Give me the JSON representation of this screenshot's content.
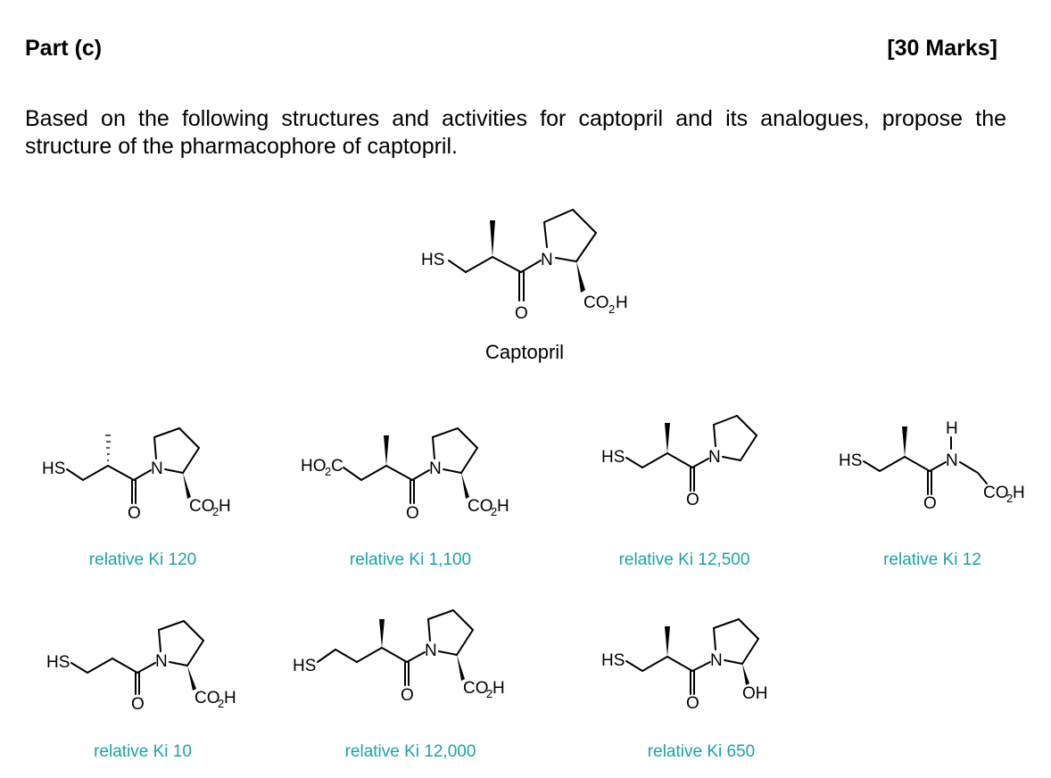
{
  "header": {
    "part": "Part (c)",
    "marks": "[30 Marks]"
  },
  "question": "Based on the following structures and activities for captopril and its analogues, propose the structure of the pharmacophore of captopril.",
  "captopril": {
    "name": "Captopril"
  },
  "analogues": [
    {
      "label": "relative Ki 120"
    },
    {
      "label": "relative Ki 1,100"
    },
    {
      "label": "relative Ki 12,500"
    },
    {
      "label": "relative Ki 12"
    },
    {
      "label": "relative Ki 10"
    },
    {
      "label": "relative Ki 12,000"
    },
    {
      "label": "relative Ki 650"
    }
  ],
  "atom_labels": {
    "HS": "HS",
    "N": "N",
    "O": "O",
    "CO": "CO",
    "two": "2",
    "H": "H",
    "HO": "HO",
    "C": "C",
    "OH": "OH"
  }
}
